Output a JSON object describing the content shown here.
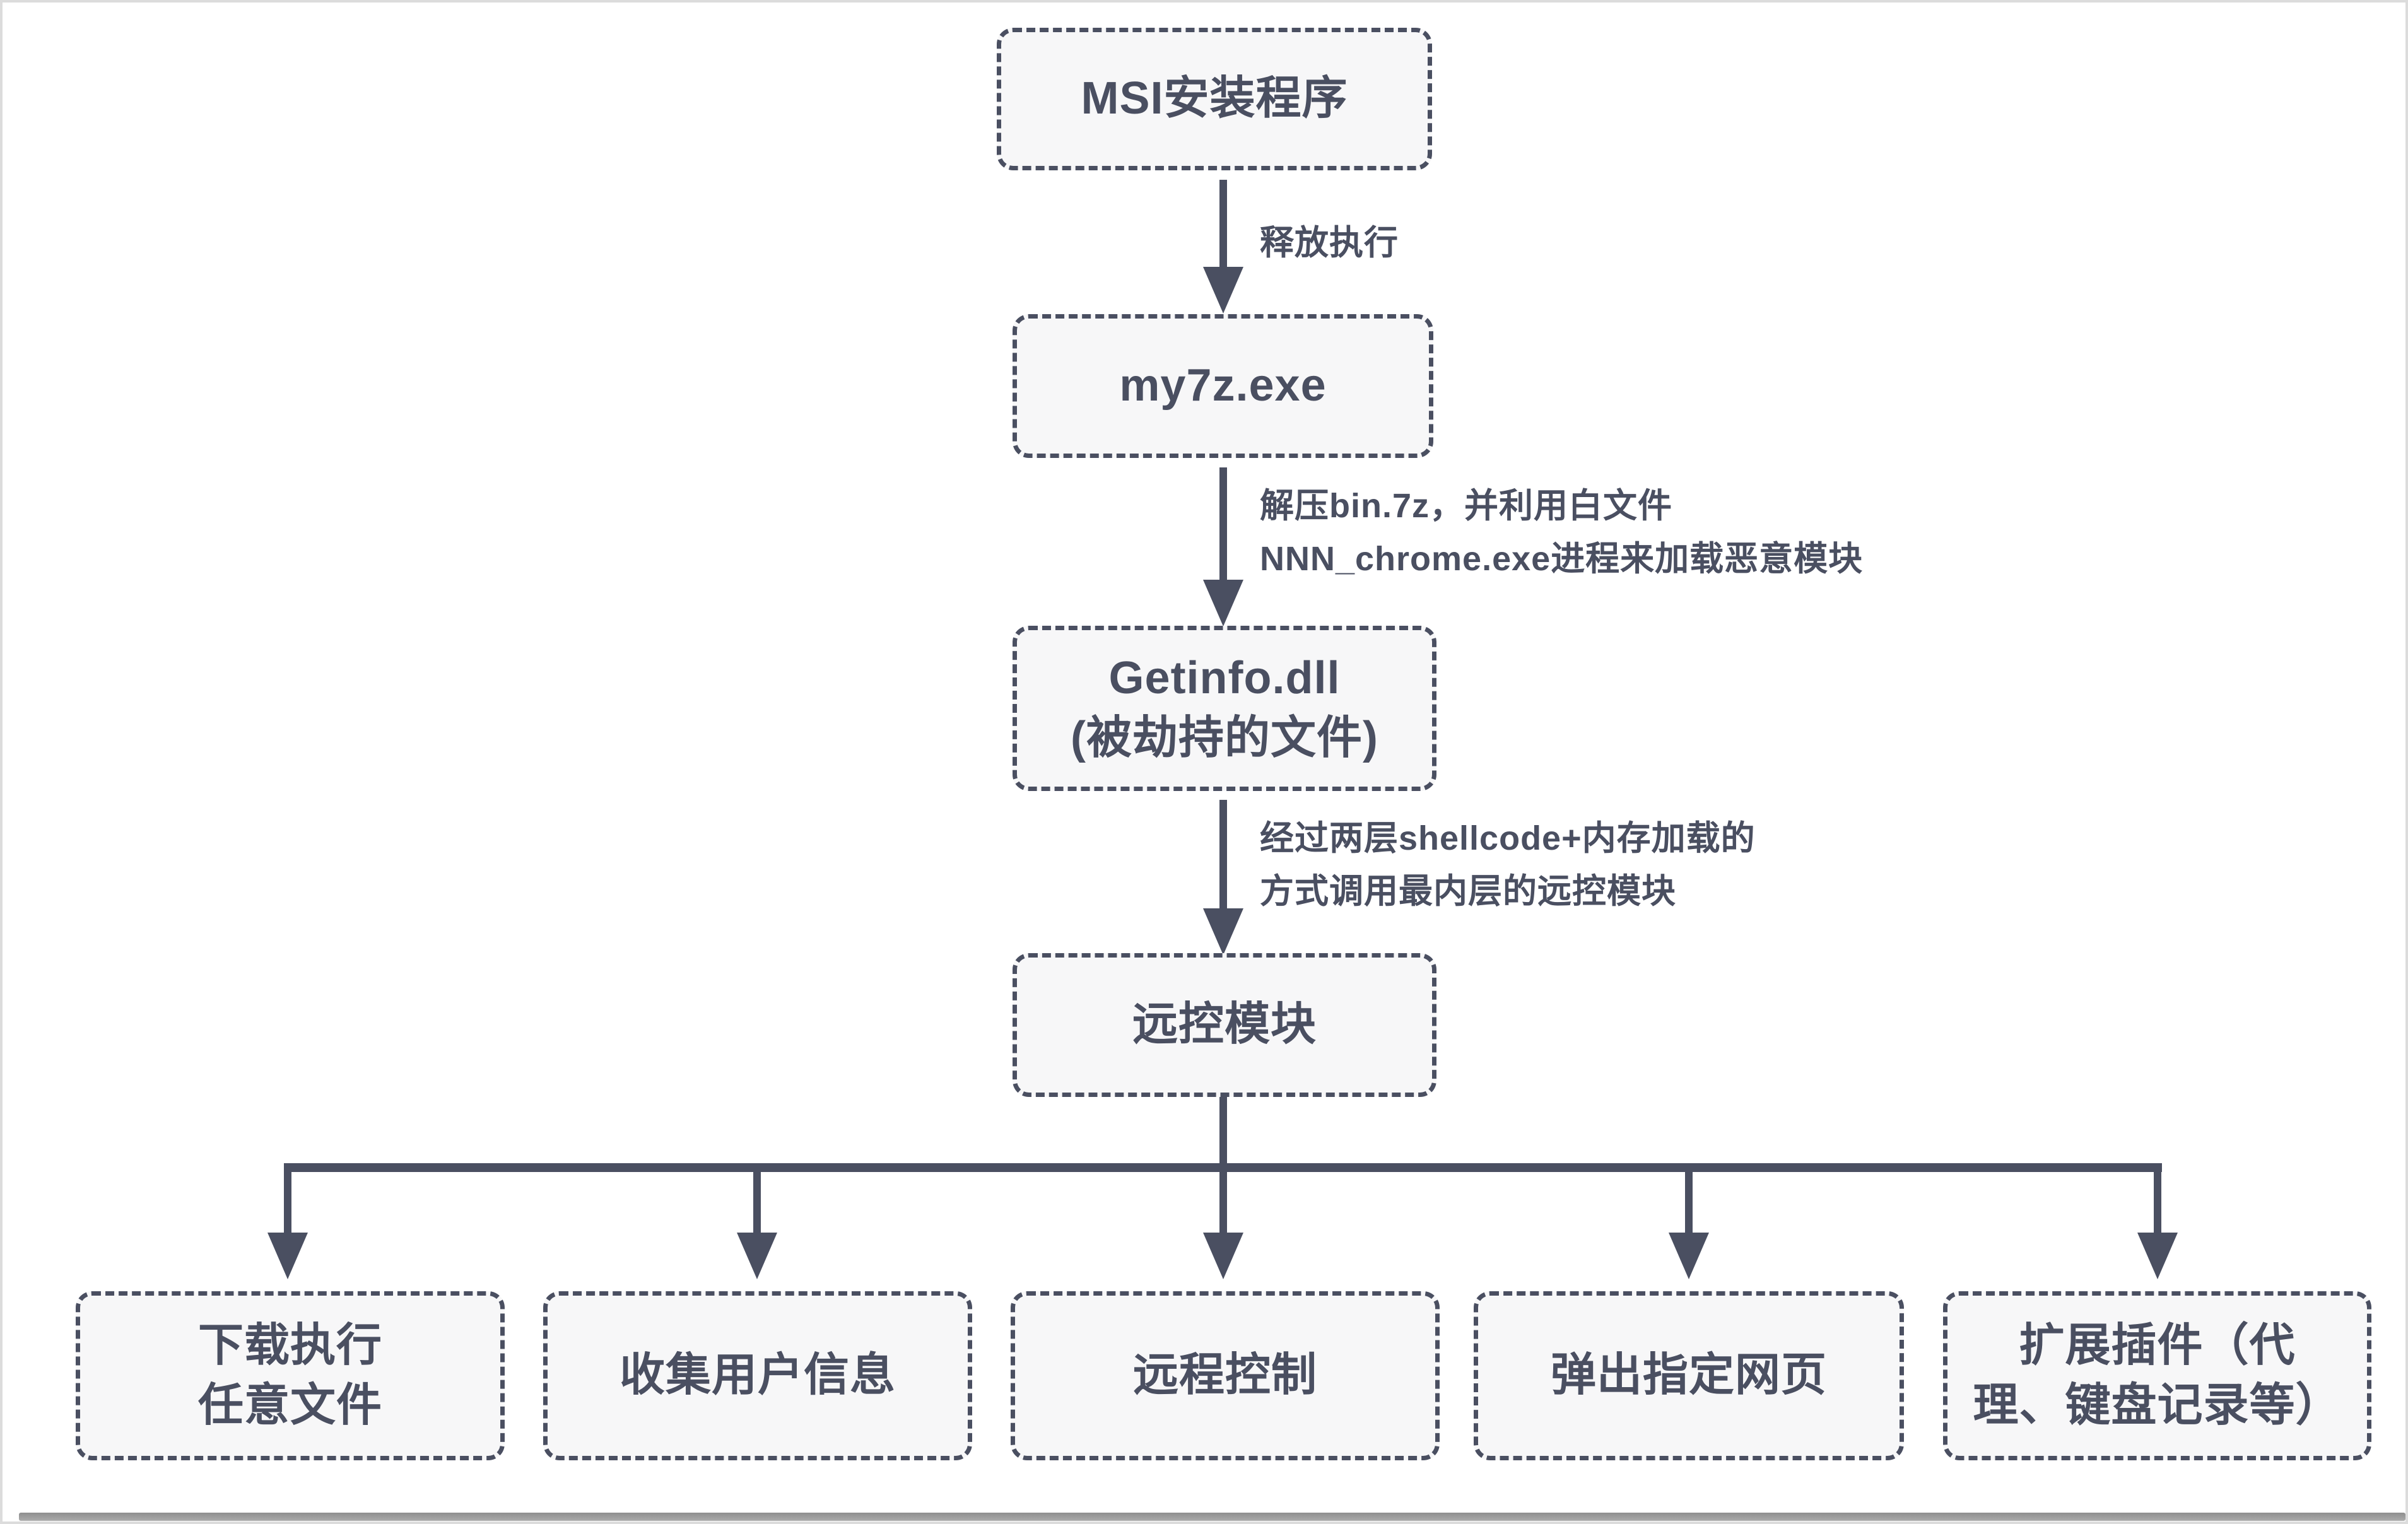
{
  "colors": {
    "accent": "#4a4f61",
    "box_fill": "#f7f7f8",
    "background": "#ffffff",
    "page_border": "#dcdcdc",
    "bottom_bar": "#8f8f8f"
  },
  "flow": {
    "nodes": {
      "msi": {
        "label": "MSI安装程序"
      },
      "my7z": {
        "label": "my7z.exe"
      },
      "getinfo": {
        "label": "Getinfo.dll\n(被劫持的文件)"
      },
      "rat": {
        "label": "远控模块"
      },
      "download": {
        "label": "下载执行\n任意文件"
      },
      "collect": {
        "label": "收集用户信息"
      },
      "remote": {
        "label": "远程控制"
      },
      "popup": {
        "label": "弹出指定网页"
      },
      "plugin": {
        "label": "扩展插件（代\n理、键盘记录等）"
      }
    },
    "edges": {
      "drop_exec": {
        "label": "释放执行"
      },
      "decompress": {
        "label": "解压bin.7z，并利用白文件\nNNN_chrome.exe进程来加载恶意模块"
      },
      "shellcode": {
        "label": "经过两层shellcode+内存加载的\n方式调用最内层的远控模块"
      }
    }
  }
}
